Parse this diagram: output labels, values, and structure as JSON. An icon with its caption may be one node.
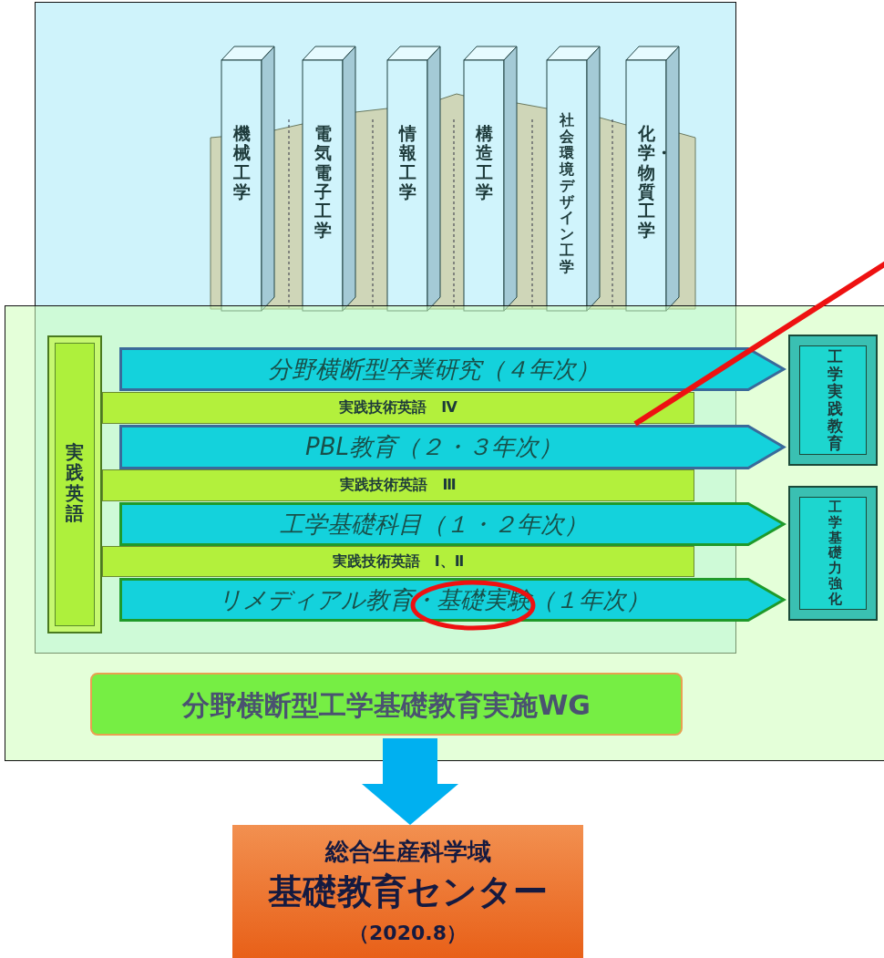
{
  "diagram": {
    "nodes": [
      {
        "text": [],
        "shape": "box"
      },
      {
        "text": [
          "機械工学"
        ],
        "in": 0
      },
      {
        "text": [
          "電気電子工学"
        ],
        "in": 0
      },
      {
        "text": [
          "情報工学"
        ],
        "in": 0
      },
      {
        "text": [
          "構造工学"
        ],
        "in": 0
      },
      {
        "text": [
          "社会環境デザイン工学"
        ],
        "in": 0
      },
      {
        "text": [
          "化学・物質工学"
        ],
        "in": 0
      },
      {
        "text": [],
        "shape": "box"
      },
      {
        "text": [
          "実践英語"
        ]
      },
      {
        "text": [
          "分野横断型卒業研究（４年次）"
        ],
        "in": 7
      },
      {
        "text": [
          "実践技術英語　Ⅳ"
        ]
      },
      {
        "text": [
          "PBL教育（２・３年次）"
        ],
        "in": 7
      },
      {
        "text": [
          "実践技術英語　Ⅲ"
        ]
      },
      {
        "text": [
          "工学基礎科目（１・２年次）"
        ],
        "in": 7
      },
      {
        "text": [
          "実践技術英語　Ⅰ、Ⅱ"
        ]
      },
      {
        "text": [
          "リメディアル教育・基礎実験（１年次）"
        ],
        "in": 7
      },
      {
        "text": [
          "工学実践教育"
        ],
        "in": 7
      },
      {
        "text": [
          "工学基礎力強化"
        ],
        "in": 7
      },
      {
        "text": [
          "分野横断型工学基礎教育実施WG"
        ],
        "in": 7
      },
      {
        "text": [
          "総合生産科学域",
          "基礎教育センター",
          "（2020.8）"
        ]
      }
    ],
    "edges": [
      {
        "from": 18,
        "to": 19,
        "arrow": "to",
        "style": "thick",
        "color": "#00b0f0"
      },
      {
        "from": 10,
        "to": null,
        "arrow": "none",
        "color": "#ee1111"
      }
    ]
  }
}
